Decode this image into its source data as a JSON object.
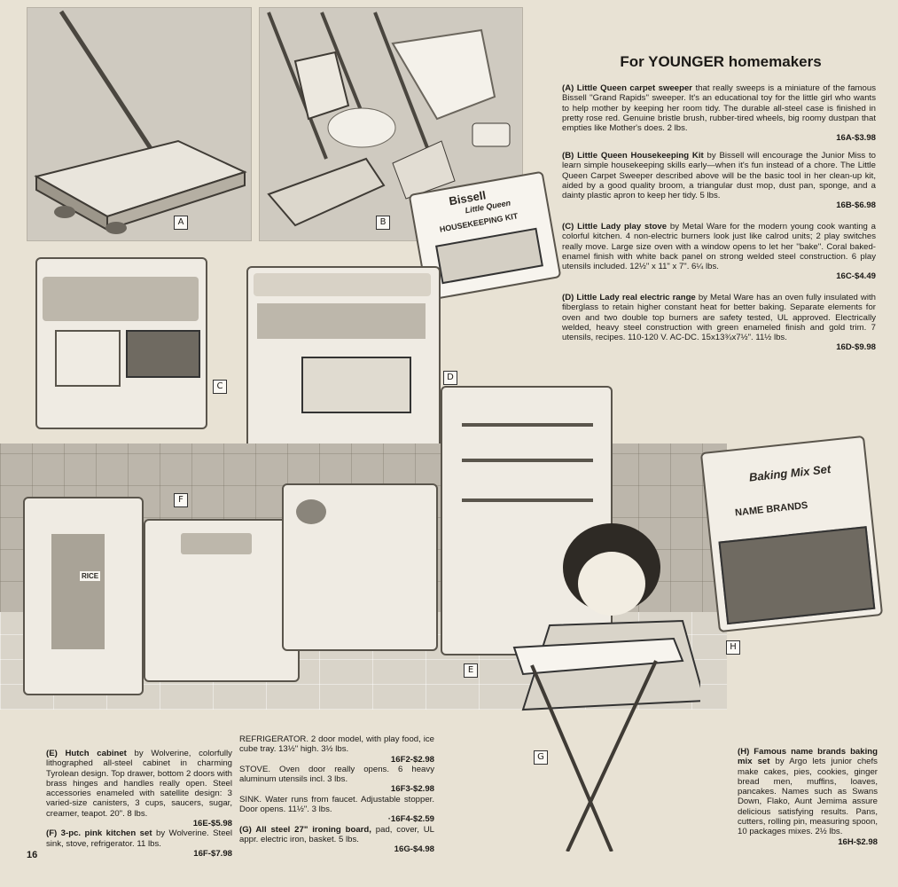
{
  "page": {
    "heading": "For YOUNGER homemakers",
    "page_number": "16"
  },
  "tags": {
    "a": "A",
    "b": "B",
    "c": "C",
    "d": "D",
    "e": "E",
    "f": "F",
    "g": "G",
    "h": "H"
  },
  "product_text": {
    "kit_box_brand": "Bissell",
    "kit_box_sub": "Little Queen",
    "kit_box_name": "HOUSEKEEPING KIT",
    "baking_box_title": "Baking Mix Set",
    "baking_box_brands": "NAME BRANDS",
    "fridge_box": "RICE"
  },
  "items": {
    "a": {
      "title": "(A) Little Queen carpet sweeper",
      "body": " that really sweeps is a miniature of the famous Bissell ''Grand Rapids'' sweeper. It's an educational toy for the little girl who wants to help mother by keeping her room tidy. The durable all-steel case is finished in pretty rose red. Genuine bristle brush, rubber-tired wheels, big roomy dustpan that empties like Mother's does. 2 lbs.",
      "price": "16A-$3.98"
    },
    "b": {
      "title": "(B) Little Queen Housekeeping Kit",
      "body": " by Bissell will encourage the Junior Miss to learn simple housekeeping skills early—when it's fun instead of a chore. The Little Queen Carpet Sweeper described above will be the basic tool in her clean-up kit, aided by a good quality broom, a triangular dust mop, dust pan, sponge, and a dainty plastic apron to keep her tidy. 5 lbs.",
      "price": "16B-$6.98"
    },
    "c": {
      "title": "(C) Little Lady play stove",
      "body": " by Metal Ware for the modern young cook wanting a colorful kitchen. 4 non-electric burners look just like calrod units; 2 play switches really move. Large size oven with a window opens to let her ''bake''. Coral baked-enamel finish with white back panel on strong welded steel construction. 6 play utensils included. 12½\" x 11\" x 7\". 6¼ lbs.",
      "price": "16C-$4.49"
    },
    "d": {
      "title": "(D) Little Lady real electric range",
      "body": " by Metal Ware has an oven fully insulated with fiberglass to retain higher constant heat for better baking. Separate elements for oven and two double top burners are safety tested, UL approved. Electrically welded, heavy steel construction with green enameled finish and gold trim. 7 utensils, recipes. 110-120 V. AC-DC. 15x13¾x7½\". 11½ lbs.",
      "price": "16D-$9.98"
    },
    "e": {
      "title": "(E) Hutch cabinet",
      "body": " by Wolverine, colorfully lithographed all-steel cabinet in charming Tyrolean design. Top drawer, bottom 2 doors with brass hinges and handles really open. Steel accessories enameled with satellite design: 3 varied-size canisters, 3 cups, saucers, sugar, creamer, teapot. 20\". 8 lbs.",
      "price": "16E-$5.98"
    },
    "f": {
      "title": "(F) 3-pc. pink kitchen set",
      "body": " by Wolverine. Steel sink, stove, refrigerator. 11 lbs.",
      "price": "16F-$7.98",
      "refrigerator": "REFRIGERATOR. 2 door model, with play food, ice cube tray. 13½\" high. 3½ lbs.",
      "refrigerator_price": "16F2-$2.98",
      "stove_sink": "STOVE. Oven door really opens. 6 heavy aluminum utensils incl. 3 lbs.",
      "stove_price": "16F3-$2.98",
      "sink": "SINK. Water runs from faucet. Adjustable stopper. Door opens. 11½\". 3 lbs.",
      "sink_price": "·16F4-$2.59"
    },
    "g": {
      "title": "(G) All steel 27\" ironing board,",
      "body": " pad, cover, UL appr. electric iron, basket. 5 lbs.",
      "price": "16G-$4.98"
    },
    "h": {
      "title": "(H) Famous name brands baking mix set",
      "body": " by Argo lets junior chefs make cakes, pies, cookies, ginger bread men, muffins, loaves, pancakes. Names such as Swans Down, Flako, Aunt Jemima assure delicious satisfying results. Pans, cutters, rolling pin, measuring spoon, 10 packages mixes. 2½ lbs.",
      "price": "16H-$2.98"
    }
  }
}
